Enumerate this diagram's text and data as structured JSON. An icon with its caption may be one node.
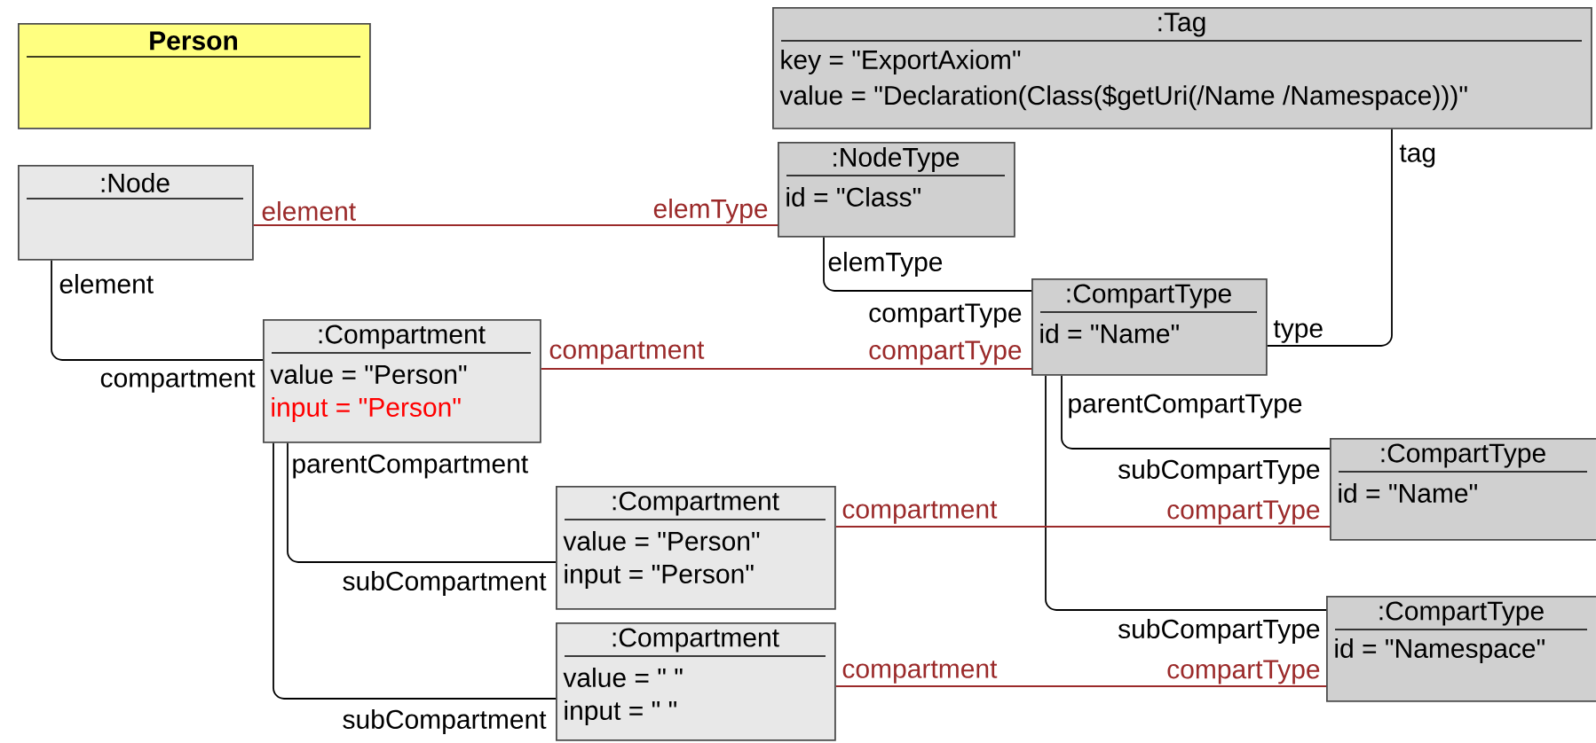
{
  "diagram": {
    "nodes": [
      {
        "text": [
          "Person"
        ]
      },
      {
        "text": [
          ":Node"
        ]
      },
      {
        "text": [
          ":Tag",
          "key = \"ExportAxiom\"",
          "value = \"Declaration(Class($getUri(/Name /Namespace)))\""
        ]
      },
      {
        "text": [
          ":NodeType",
          "id = \"Class\""
        ]
      },
      {
        "text": [
          ":CompartType",
          "id = \"Name\""
        ]
      },
      {
        "text": [
          ":Compartment",
          "value = \"Person\"",
          "input = \"Person\""
        ]
      },
      {
        "text": [
          ":Compartment",
          "value = \"Person\"",
          "input = \"Person\""
        ]
      },
      {
        "text": [
          ":Compartment",
          "value = \" \"",
          "input = \" \""
        ]
      },
      {
        "text": [
          ":CompartType",
          "id = \"Name\""
        ]
      },
      {
        "text": [
          ":CompartType",
          "id = \"Namespace\""
        ]
      }
    ],
    "edges": [
      {
        "from": 1,
        "to": 3,
        "arrow": "none",
        "label": "elemType",
        "color": "#9b2a2a"
      },
      {
        "from": 1,
        "to": 5,
        "arrow": "none",
        "label": "compartment"
      },
      {
        "from": 3,
        "to": 4,
        "arrow": "none",
        "label": "compartType"
      },
      {
        "from": 2,
        "to": 4,
        "arrow": "none",
        "label": "type"
      },
      {
        "from": 5,
        "to": 4,
        "arrow": "none",
        "label": "compartType",
        "color": "#9b2a2a"
      },
      {
        "from": 5,
        "to": 6,
        "arrow": "none",
        "label": "subCompartment"
      },
      {
        "from": 5,
        "to": 7,
        "arrow": "none",
        "label": "subCompartment"
      },
      {
        "from": 4,
        "to": 8,
        "arrow": "none",
        "label": "subCompartType"
      },
      {
        "from": 4,
        "to": 9,
        "arrow": "none",
        "label": "subCompartType"
      },
      {
        "from": 6,
        "to": 8,
        "arrow": "none",
        "label": "compartType",
        "color": "#9b2a2a"
      },
      {
        "from": 7,
        "to": 9,
        "arrow": "none",
        "label": "compartType",
        "color": "#9b2a2a"
      }
    ],
    "labels": [
      "tag",
      "element",
      "elemType",
      "element",
      "compartment",
      "parentCompartType",
      "parentCompartment",
      "compartment",
      "compartment"
    ]
  }
}
